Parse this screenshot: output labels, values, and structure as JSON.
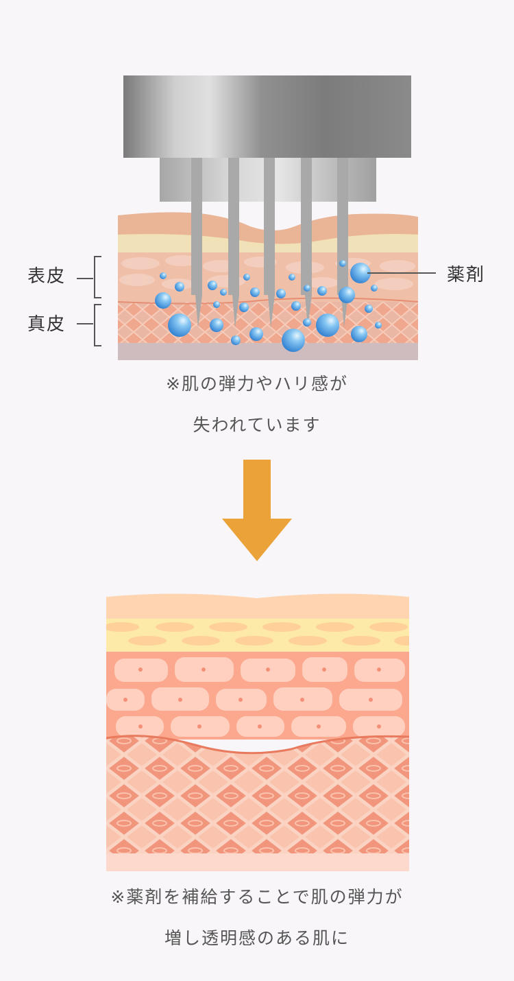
{
  "labels": {
    "epidermis": "表皮",
    "dermis": "真皮",
    "drug": "薬剤"
  },
  "caption_before": {
    "line1": "※肌の弾力やハリ感が",
    "line2": "失われています"
  },
  "caption_after": {
    "line1": "※薬剤を補給することで肌の弾力が",
    "line2": "増し透明感のある肌に"
  },
  "colors": {
    "background": "#f8f6f9",
    "arrow": "#eaa239",
    "needle": "#a9a9a9",
    "drop": "#4a9be0",
    "skin_top": "#ffd4b0",
    "skin_yellow": "#fde9a8",
    "skin_cell": "#fbb9a0",
    "skin_dermis": "#f1967d"
  },
  "icons": {
    "device": "microneedle-device-icon",
    "arrow": "arrow-down-icon"
  }
}
